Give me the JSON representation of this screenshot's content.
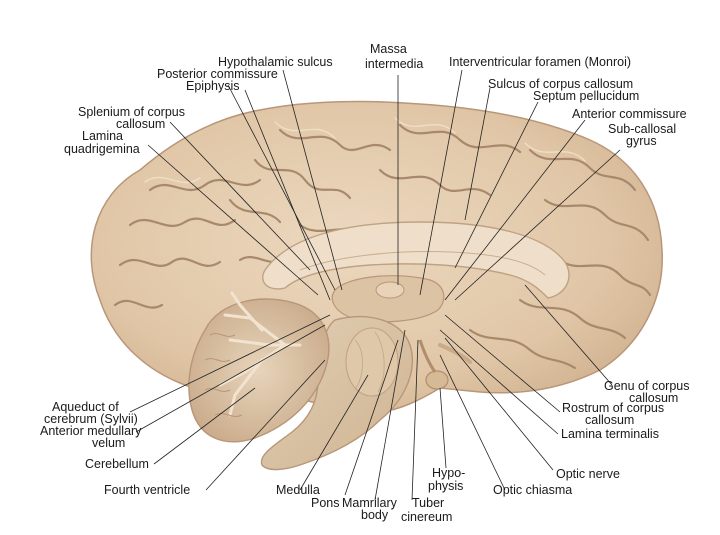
{
  "colors": {
    "tissue": "#e2c9ab",
    "tissue_light": "#efdcc4",
    "tissue_dark": "#c5a583",
    "sulcus": "#a8896c",
    "callosum": "#eddcc5",
    "brainstem": "#d9c2a5",
    "line": "#222222"
  },
  "labels": {
    "hypothalamic_sulcus": "Hypothalamic sulcus",
    "massa_intermedia_1": "Massa",
    "massa_intermedia_2": "intermedia",
    "interventricular_foramen": "Interventricular foramen (Monroi)",
    "posterior_commissure": "Posterior commissure",
    "epiphysis": "Epiphysis",
    "sulcus_corpus_callosum": "Sulcus of corpus callosum",
    "septum_pellucidum": "Septum pellucidum",
    "splenium_1": "Splenium of corpus",
    "splenium_2": "callosum",
    "anterior_commissure": "Anterior commissure",
    "lamina_quad_1": "Lamina",
    "lamina_quad_2": "quadrigemina",
    "subcallosal_1": "Sub-callosal",
    "subcallosal_2": "gyrus",
    "genu_1": "Genu of corpus",
    "genu_2": "callosum",
    "aqueduct_1": "Aqueduct of",
    "aqueduct_2": "cerebrum (Sylvii)",
    "rostrum_1": "Rostrum of corpus",
    "rostrum_2": "callosum",
    "ant_medullary_1": "Anterior medullary",
    "ant_medullary_2": "velum",
    "lamina_terminalis": "Lamina terminalis",
    "cerebellum": "Cerebellum",
    "hypophysis_1": "Hypo-",
    "hypophysis_2": "physis",
    "optic_nerve": "Optic nerve",
    "fourth_ventricle": "Fourth ventricle",
    "medulla": "Medulla",
    "optic_chiasma": "Optic chiasma",
    "pons": "Pons",
    "mamillary_1": "Mamrilary",
    "mamillary_2": "body",
    "tuber_1": "Tuber",
    "tuber_2": "cinereum"
  }
}
